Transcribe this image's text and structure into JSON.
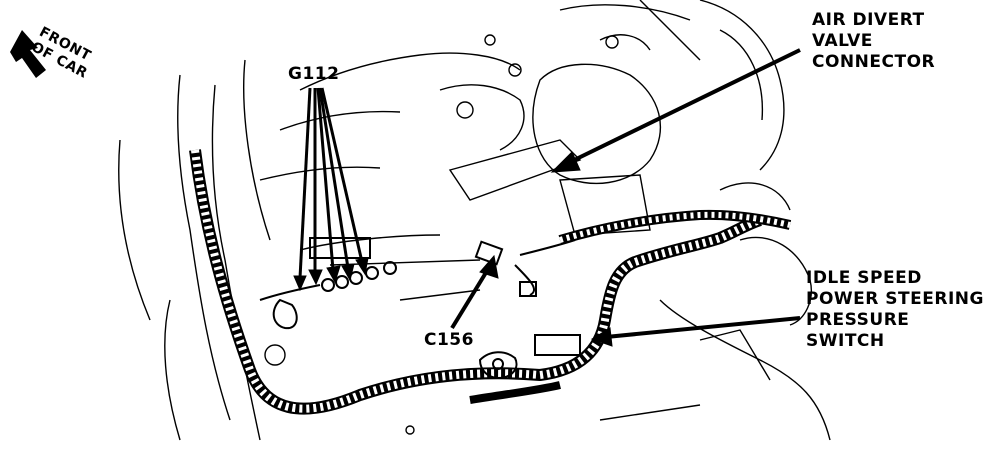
{
  "labels": {
    "front_line1": "FRONT",
    "front_line2": "OF CAR",
    "ground": "G112",
    "air_divert_line1": "AIR DIVERT",
    "air_divert_line2": "VALVE",
    "air_divert_line3": "CONNECTOR",
    "connector": "C156",
    "idle_line1": "IDLE SPEED",
    "idle_line2": "POWER STEERING",
    "idle_line3": "PRESSURE",
    "idle_line4": "SWITCH"
  },
  "icons": {
    "front_arrow": "arrow-up-left-icon"
  }
}
